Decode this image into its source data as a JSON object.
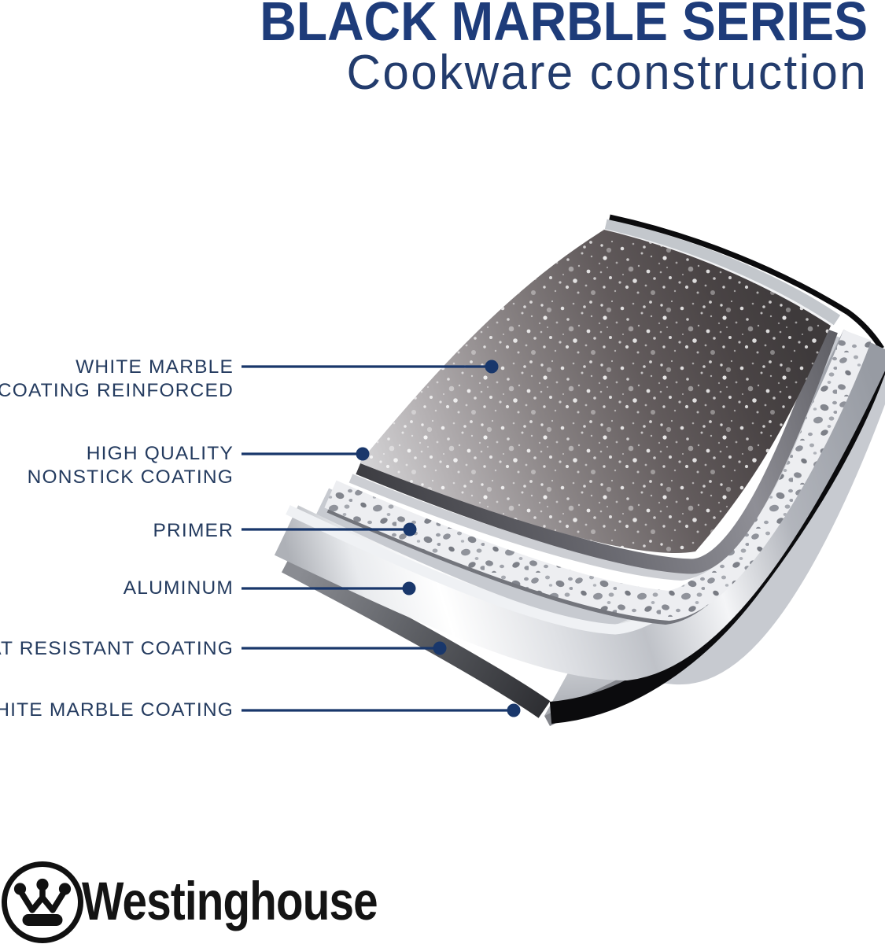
{
  "header": {
    "title": "BLACK MARBLE SERIES",
    "subtitle": "Cookware construction"
  },
  "labels": [
    {
      "id": "white-marble-coating-reinforced",
      "lines": [
        "WHITE MARBLE",
        "COATING REINFORCED"
      ]
    },
    {
      "id": "high-quality-nonstick-coating",
      "lines": [
        "HIGH QUALITY",
        "NONSTICK COATING"
      ]
    },
    {
      "id": "primer",
      "lines": [
        "PRIMER"
      ]
    },
    {
      "id": "aluminum",
      "lines": [
        "ALUMINUM"
      ]
    },
    {
      "id": "heat-resistant-coating",
      "lines": [
        "HEAT RESISTANT COATING"
      ]
    },
    {
      "id": "white-marble-coating",
      "lines": [
        "WHITE MARBLE COATING"
      ]
    }
  ],
  "logo": {
    "brand": "Westinghouse"
  },
  "colors": {
    "title_navy": "#1e3c7a",
    "subtitle_navy": "#233c6d",
    "label_navy": "#243b5f",
    "leader_navy": "#19376b",
    "outer_black": "#0b0b0d",
    "aluminum_silver": "#e8eaed",
    "marble_dark": "#3e3a3b",
    "logo_black": "#141414"
  }
}
